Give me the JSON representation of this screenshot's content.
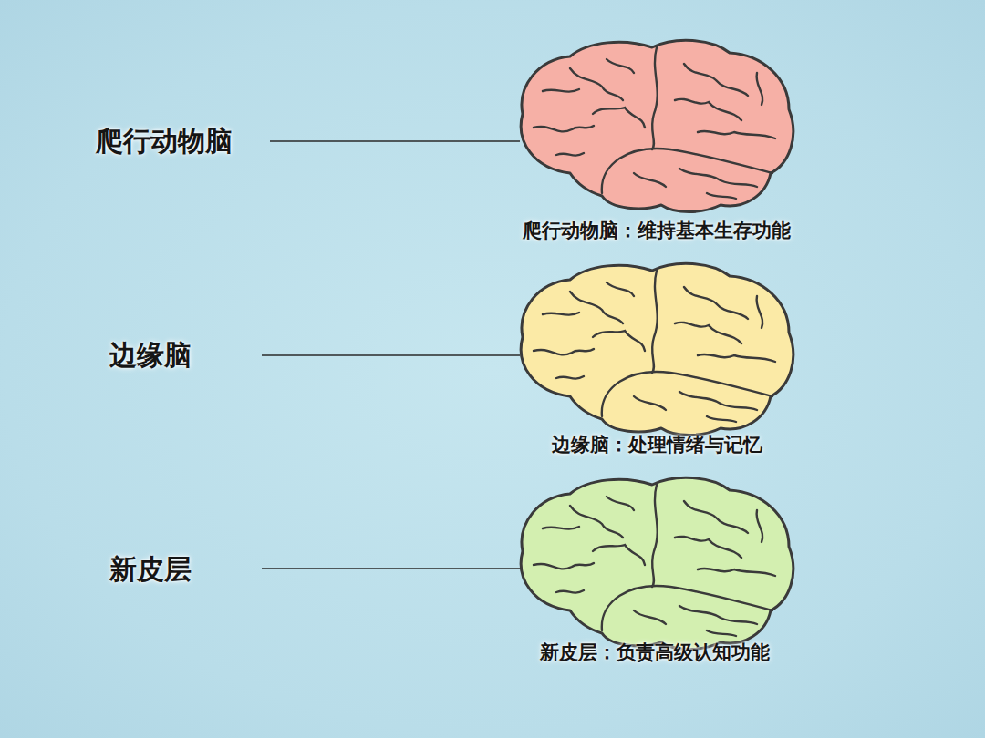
{
  "diagram": {
    "labels": [
      "爬行动物脑",
      "爬行动物脑：维持基本生存功能",
      "边缘脑",
      "边缘脑：处理情绪与记忆",
      "新皮层",
      "新皮层：负责高级认知功能"
    ]
  }
}
